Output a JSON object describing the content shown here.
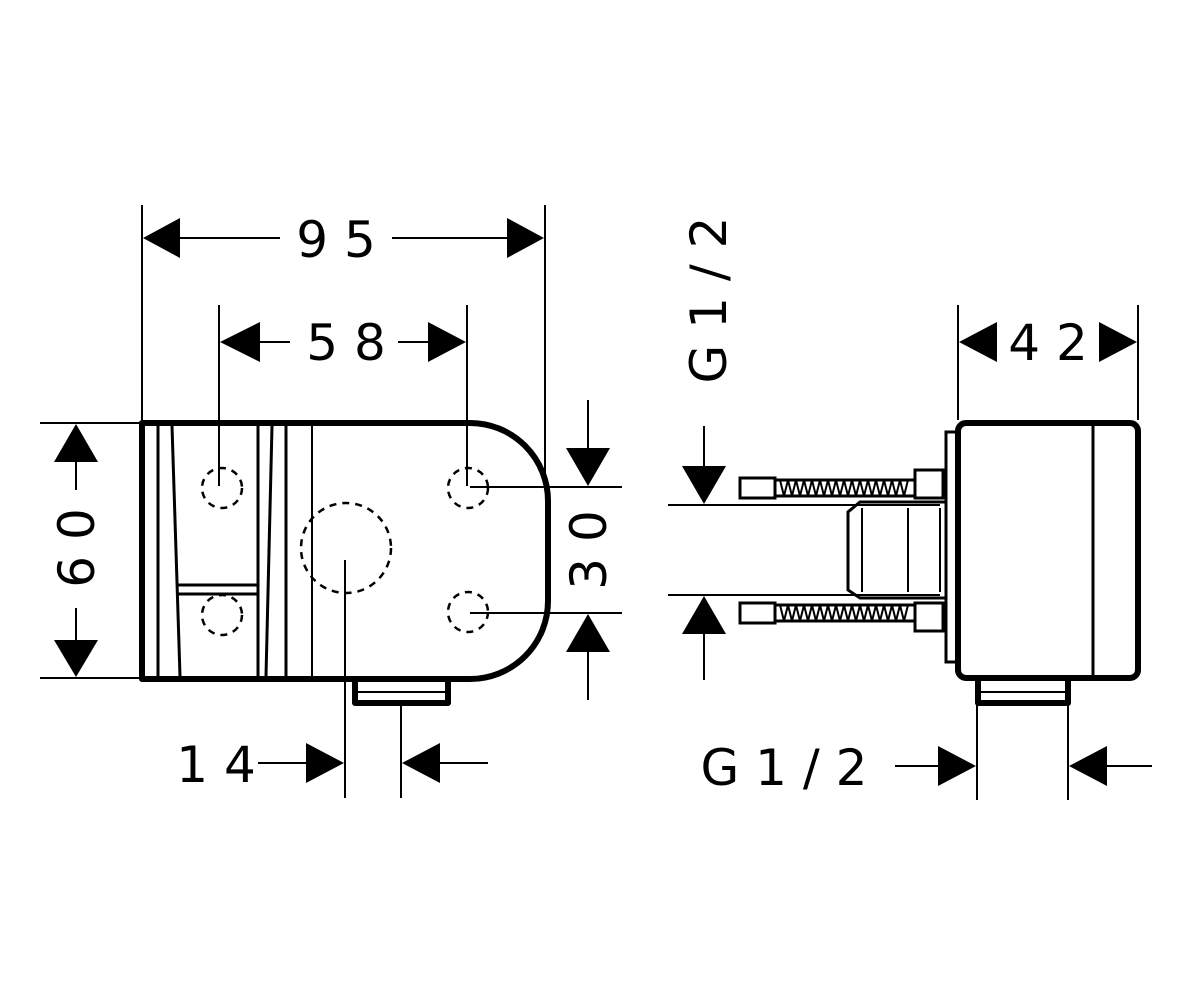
{
  "dimensions": {
    "width_overall": "9 5",
    "hole_spacing_horizontal": "5 8",
    "height_overall": "6 0",
    "hole_spacing_vertical": "3 0",
    "outlet_offset": "1 4",
    "side_depth": "4 2",
    "side_thread_top": "G 1 / 2",
    "side_thread_bottom": "G 1 / 2"
  },
  "colors": {
    "line": "#000000",
    "background": "#ffffff"
  }
}
